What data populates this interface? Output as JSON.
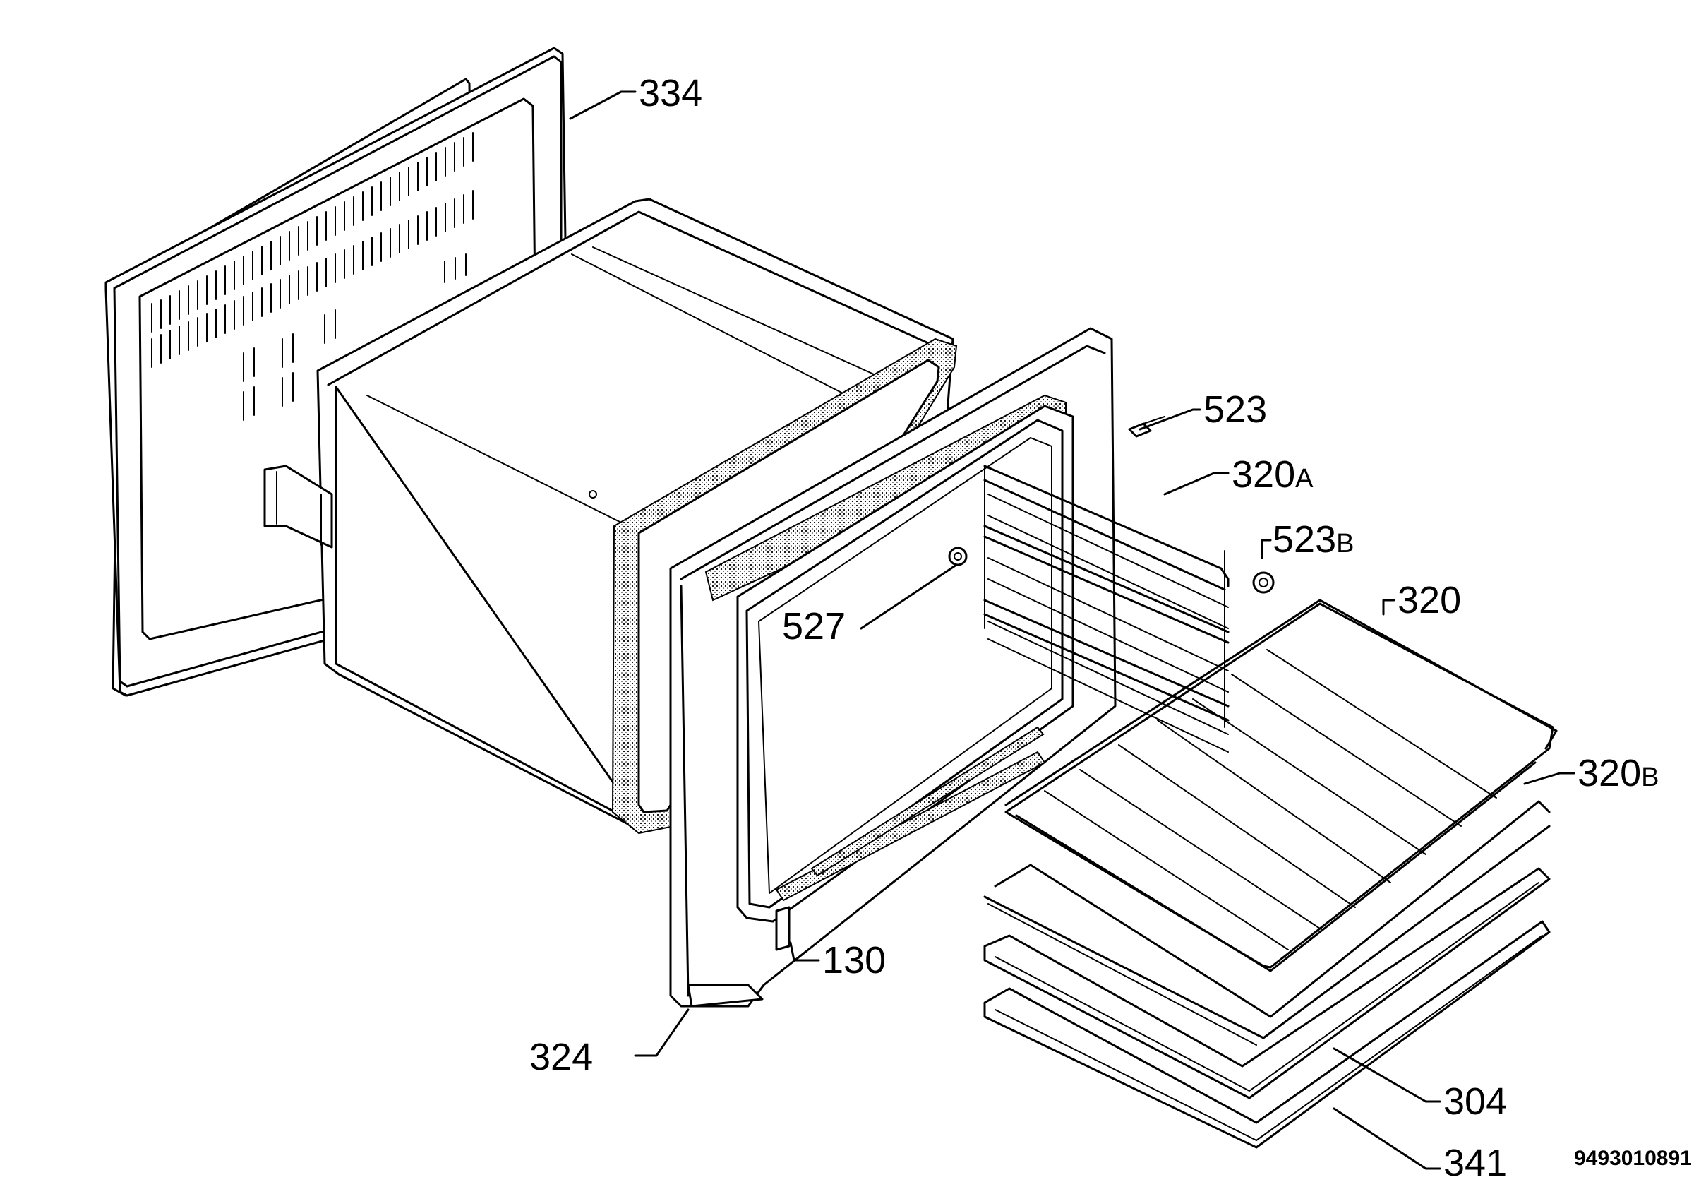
{
  "labels": {
    "p334": "334",
    "p523": "523",
    "p320A_num": "320",
    "p320A_suffix": "A",
    "p523B_num": "523",
    "p523B_suffix": "B",
    "p320": "320",
    "p527": "527",
    "p320B_num": "320",
    "p320B_suffix": "B",
    "p130": "130",
    "p324": "324",
    "p304": "304",
    "p341": "341"
  },
  "drawing_code": "9493010891"
}
